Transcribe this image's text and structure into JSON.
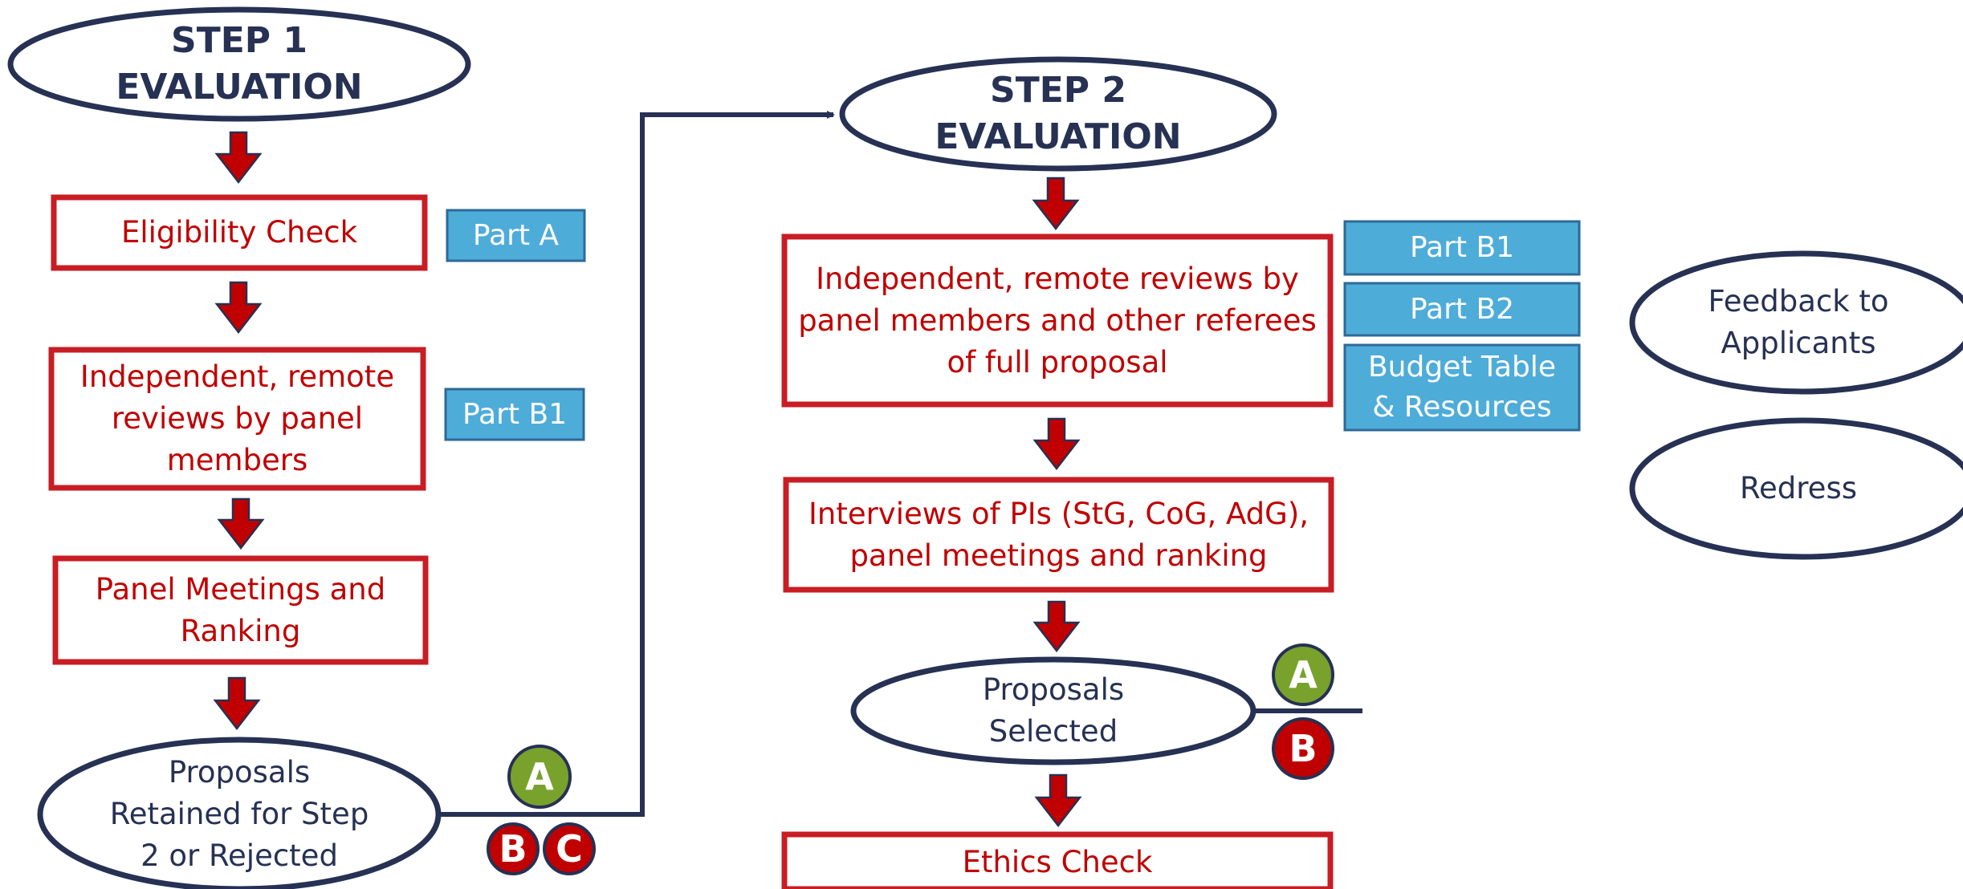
{
  "colors": {
    "navy": "#263153",
    "red": "#c00000",
    "red_border": "#c81d24",
    "blue_fill": "#4eacd9",
    "blue_border": "#2d6a96",
    "green_badge": "#78a22c",
    "red_badge": "#c00000"
  },
  "step1": {
    "title": "STEP 1\nEVALUATION",
    "eligibility": "Eligibility Check",
    "eligibility_part": "Part A",
    "remote_reviews": "Independent, remote\nreviews by panel\nmembers",
    "remote_reviews_part": "Part B1",
    "panel_meetings": "Panel Meetings and\nRanking",
    "outcome": "Proposals\nRetained for Step\n2 or Rejected",
    "badges": [
      "A",
      "B",
      "C"
    ]
  },
  "step2": {
    "title": "STEP 2\nEVALUATION",
    "remote_reviews": "Independent, remote reviews by\npanel members and other referees\nof full proposal",
    "parts": [
      "Part B1",
      "Part B2",
      "Budget Table\n& Resources"
    ],
    "interviews": "Interviews of PIs (StG, CoG, AdG),\npanel meetings and ranking",
    "outcome": "Proposals\nSelected",
    "badges": [
      "A",
      "B"
    ],
    "ethics": "Ethics Check"
  },
  "side": {
    "feedback": "Feedback to\nApplicants",
    "redress": "Redress"
  }
}
